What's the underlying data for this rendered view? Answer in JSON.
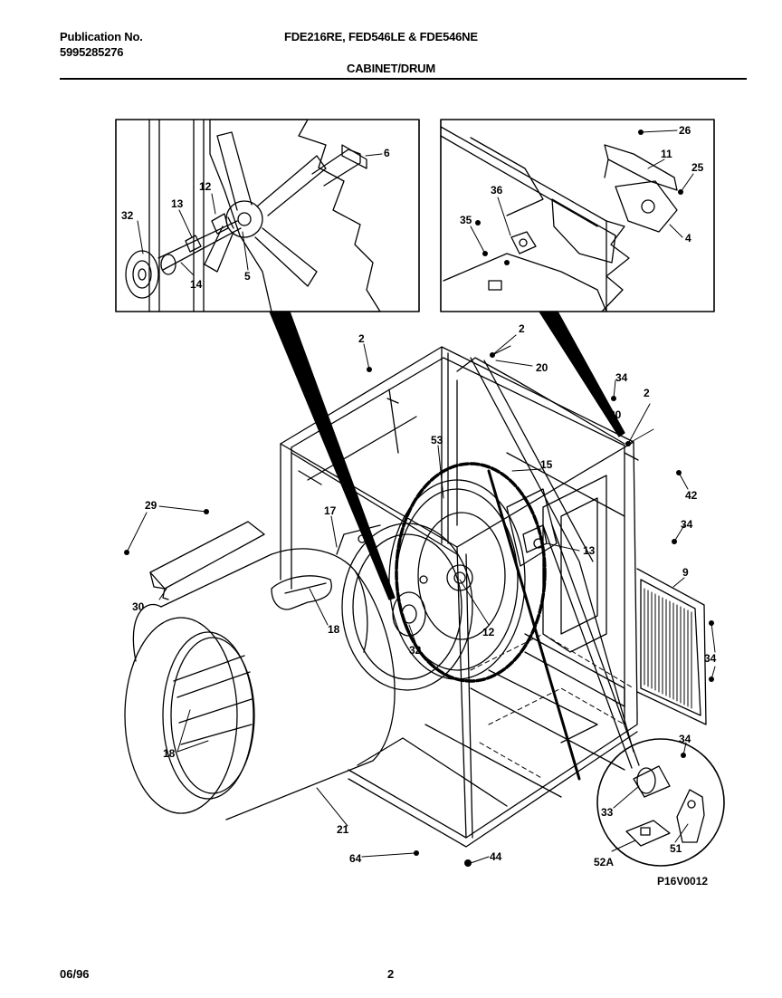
{
  "header": {
    "publication_label": "Publication No.",
    "publication_number": "5995285276",
    "models": "FDE216RE, FED546LE & FDE546NE",
    "section_title": "CABINET/DRUM"
  },
  "diagram": {
    "drawing_code": "P16V0012",
    "callouts": {
      "c1": "6",
      "c2": "12",
      "c3": "13",
      "c4": "32",
      "c5": "14",
      "c6": "5",
      "c7": "26",
      "c8": "11",
      "c9": "25",
      "c10": "36",
      "c11": "35",
      "c12": "4",
      "c13": "2",
      "c14": "2",
      "c15": "20",
      "c16": "34",
      "c17": "2",
      "c18": "20",
      "c19": "53",
      "c20": "15",
      "c21": "42",
      "c22": "29",
      "c23": "17",
      "c24": "34",
      "c25": "13",
      "c26": "9",
      "c27": "30",
      "c28": "18",
      "c29": "32",
      "c30": "12",
      "c31": "34",
      "c32": "18",
      "c33": "34",
      "c34": "33",
      "c35": "21",
      "c36": "64",
      "c37": "44",
      "c38": "52A",
      "c39": "51"
    }
  },
  "footer": {
    "date": "06/96",
    "page": "2"
  }
}
